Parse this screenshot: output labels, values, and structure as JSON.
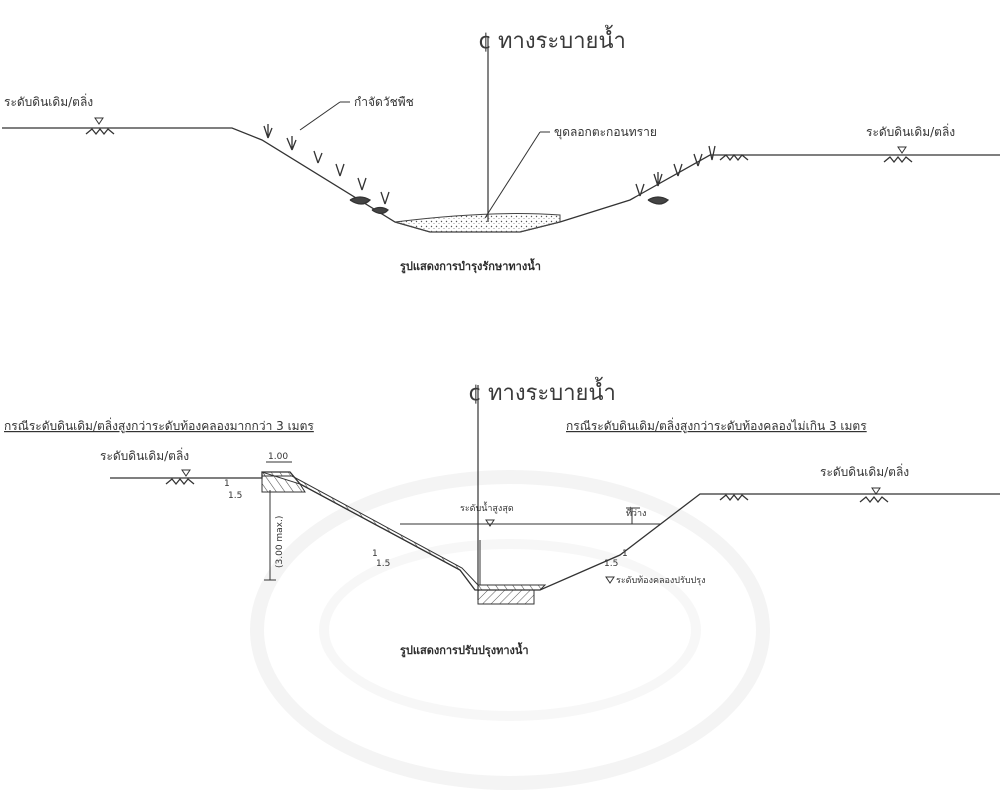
{
  "top": {
    "title": "ทางระบายน้ำ",
    "left_label": "ระดับดินเดิม/ตลิ่ง",
    "weed_label": "กำจัดวัชพืช",
    "sediment_label": "ขุดลอกตะกอนทราย",
    "right_label": "ระดับดินเดิม/ตลิ่ง",
    "caption": "รูปแสดงการบำรุงรักษาทางน้ำ"
  },
  "bottom": {
    "title": "ทางระบายน้ำ",
    "left_case": "กรณีระดับดินเดิม/ตลิ่งสูงกว่าระดับท้องคลองมากกว่า 3 เมตร",
    "right_case": "กรณีระดับดินเดิม/ตลิ่งสูงกว่าระดับท้องคลองไม่เกิน 3 เมตร",
    "left_bank": "ระดับดินเดิม/ตลิ่ง",
    "right_bank": "ระดับดินเดิม/ตลิ่ง",
    "max_water": "ระดับน้ำสูงสุด",
    "free_board": "ที่ว่าง",
    "bed_level": "ระดับท้องคลองปรับปรุง",
    "width_top": "1.00",
    "depth_note": "(3.00 max.)",
    "slope_1": "1",
    "slope_15": "1.5",
    "caption": "รูปแสดงการปรับปรุงทางน้ำ"
  }
}
